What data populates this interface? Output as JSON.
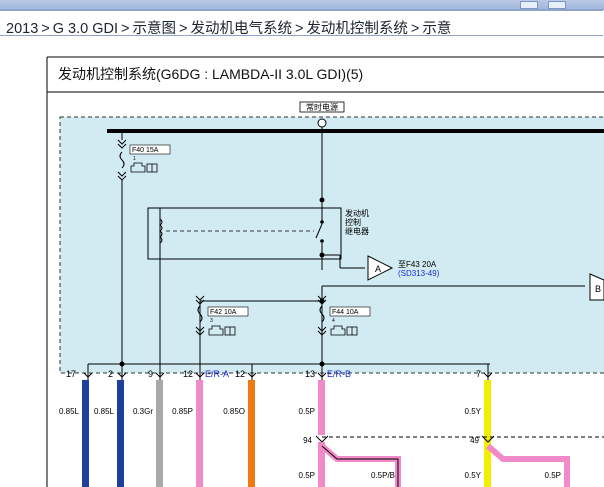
{
  "breadcrumb": {
    "items": [
      "2013",
      "G 3.0 GDI",
      "示意图",
      "发动机电气系统",
      "发动机控制系统",
      "示意"
    ],
    "separator": ">"
  },
  "diagram": {
    "title": "发动机控制系统(G6DG : LAMBDA-II 3.0L GDI)(5)",
    "power_label": "常时电源",
    "fuses": [
      {
        "name": "F40 15A",
        "index": "1"
      },
      {
        "name": "F42 10A",
        "index": "3"
      },
      {
        "name": "F44 10A",
        "index": "4"
      }
    ],
    "relay_label": [
      "发动机",
      "控制",
      "继电器"
    ],
    "connector_a": {
      "letter": "A",
      "dest": "至F43 20A",
      "ref": "(SD313-49)"
    },
    "connector_b": {
      "letter": "B"
    },
    "pins": [
      "17",
      "2",
      "9",
      "12",
      "12",
      "13",
      "7"
    ],
    "pin_tags": {
      "era": "E/R-A",
      "erb": "E/R-B"
    },
    "wires": [
      "0.85L",
      "0.85L",
      "0.3Gr",
      "0.85P",
      "0.85O",
      "0.5P",
      "0.5Y"
    ],
    "lower": {
      "splice_94": "94",
      "splice_49": "49",
      "w1": "0.5P",
      "w2": "0.5P/B",
      "w3": "0.5Y",
      "w4": "0.5P"
    }
  },
  "colors": {
    "panel_bg": "#d2ebf2",
    "blue_wire": "#1f3f9e",
    "gray_wire": "#a8a8a8",
    "pink_wire": "#f18ac9",
    "orange_wire": "#f07a10",
    "yellow_wire": "#f2ee00",
    "tag_blue": "#1a2ecf"
  }
}
